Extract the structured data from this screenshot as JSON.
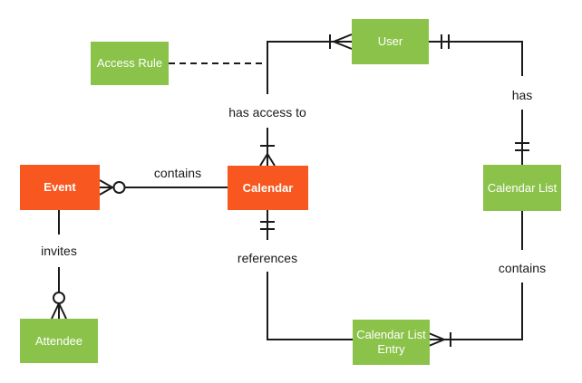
{
  "colors": {
    "background": "#ffffff",
    "entity_green": "#8bc34a",
    "entity_orange": "#f8571f",
    "entity_text": "#ffffff",
    "line": "#1a1a1a",
    "label": "#1a1a1a"
  },
  "entities": [
    {
      "id": "event",
      "label": "Event",
      "fill": "orange"
    },
    {
      "id": "calendar",
      "label": "Calendar",
      "fill": "orange"
    },
    {
      "id": "access-rule",
      "label": "Access Rule",
      "fill": "green"
    },
    {
      "id": "user",
      "label": "User",
      "fill": "green"
    },
    {
      "id": "calendar-list",
      "label": "Calendar List",
      "fill": "green"
    },
    {
      "id": "calendar-list-entry",
      "label": "Calendar List Entry",
      "fill": "green"
    },
    {
      "id": "attendee",
      "label": "Attendee",
      "fill": "green"
    }
  ],
  "relationships": [
    {
      "id": "contains-event",
      "label": "contains",
      "from": "Calendar",
      "to": "Event",
      "marker_at_event": "zero-or-many (crow's foot + circle)",
      "style": "solid"
    },
    {
      "id": "invites",
      "label": "invites",
      "from": "Event",
      "to": "Attendee",
      "marker_at_attendee": "zero-or-many (circle + crow's foot)",
      "style": "solid"
    },
    {
      "id": "has-access-to",
      "label": "has access to",
      "from": "User",
      "to": "Calendar",
      "marker_at_user": "one-or-many (bar + crow's foot)",
      "marker_at_calendar": "one-or-many (bar + crow's foot)",
      "style": "solid"
    },
    {
      "id": "access-rule-association",
      "label": "",
      "from": "Access Rule",
      "to": "has-access-to line",
      "style": "dashed"
    },
    {
      "id": "has",
      "label": "has",
      "from": "User",
      "to": "Calendar List",
      "marker_at_user": "exactly-one (double bar)",
      "marker_at_calendar_list": "exactly-one (double bar)",
      "style": "solid"
    },
    {
      "id": "contains-entry",
      "label": "contains",
      "from": "Calendar List",
      "to": "Calendar List Entry",
      "marker_at_entry": "one-or-many (crow's foot + bar)",
      "style": "solid"
    },
    {
      "id": "references",
      "label": "references",
      "from": "Calendar",
      "to": "Calendar List Entry",
      "marker_at_calendar": "exactly-one (double bar)",
      "style": "solid"
    }
  ]
}
